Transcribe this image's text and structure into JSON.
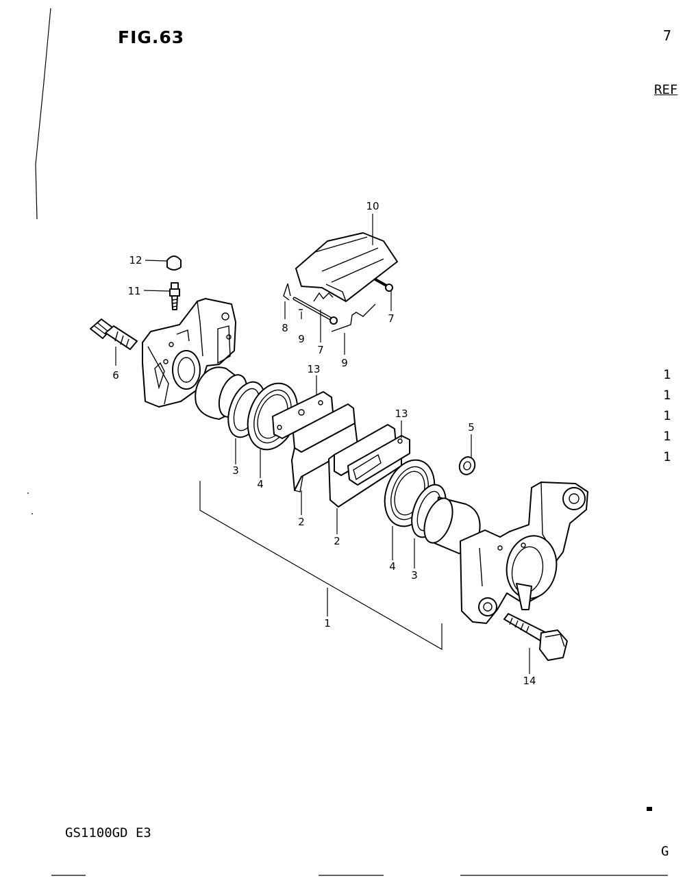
{
  "figure": {
    "title": "FIG.63",
    "page_number": "7",
    "ref_header": "REF",
    "model_code": "GS1100GD E3",
    "corner_letter": "G"
  },
  "qty_column": [
    "1",
    "1",
    "1",
    "1",
    "1"
  ],
  "callouts": {
    "c1": "1",
    "c2a": "2",
    "c2b": "2",
    "c3a": "3",
    "c3b": "3",
    "c4a": "4",
    "c4b": "4",
    "c5": "5",
    "c6": "6",
    "c7a": "7",
    "c7b": "7",
    "c8": "8",
    "c9a": "9",
    "c9b": "9",
    "c10": "10",
    "c11": "11",
    "c12": "12",
    "c13a": "13",
    "c13b": "13",
    "c14": "14"
  }
}
